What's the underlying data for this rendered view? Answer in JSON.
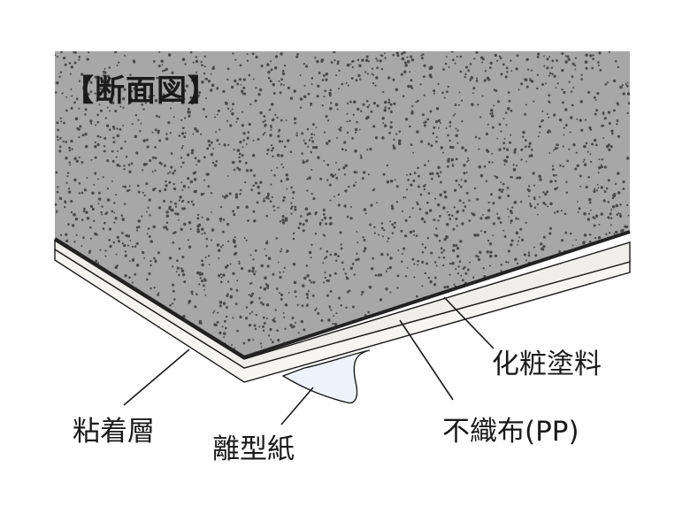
{
  "diagram": {
    "title": "【断面図】",
    "labels": {
      "finish_coating": "化粧塗料",
      "nonwoven_fabric": "不織布(PP)",
      "adhesive_layer": "粘着層",
      "release_paper": "離型紙"
    },
    "colors": {
      "surface": "#a7a7a7",
      "speckle": "#4a4a4a",
      "layer_line": "#222222",
      "fabric_layer": "#efeeea",
      "adhesive_layer": "#f6f5f1",
      "release_paper": "#eef3fb",
      "leader_line": "#1a1a1a"
    }
  }
}
